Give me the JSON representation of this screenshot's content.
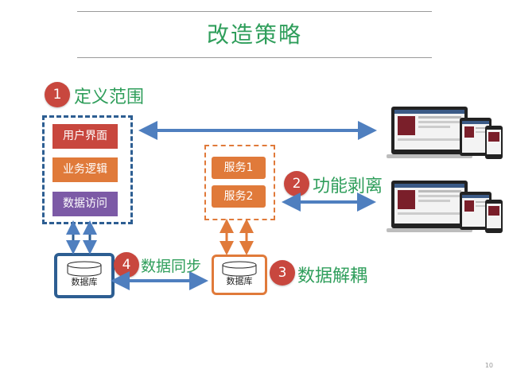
{
  "title": "改造策略",
  "steps": [
    {
      "num": "1",
      "label": "定义范围"
    },
    {
      "num": "2",
      "label": "功能剥离"
    },
    {
      "num": "3",
      "label": "数据解耦"
    },
    {
      "num": "4",
      "label": "数据同步"
    }
  ],
  "layers": [
    "用户界面",
    "业务逻辑",
    "数据访问"
  ],
  "services": [
    "服务1",
    "服务2"
  ],
  "db_label": "数据库",
  "page_number": "10",
  "colors": {
    "green": "#2f9e5b",
    "badge_red": "#c8473e",
    "blue": "#2d5e92",
    "orange": "#e07a3a",
    "layer_ui": "#c8473e",
    "layer_biz": "#e07a3a",
    "layer_data": "#7c5aa6"
  }
}
